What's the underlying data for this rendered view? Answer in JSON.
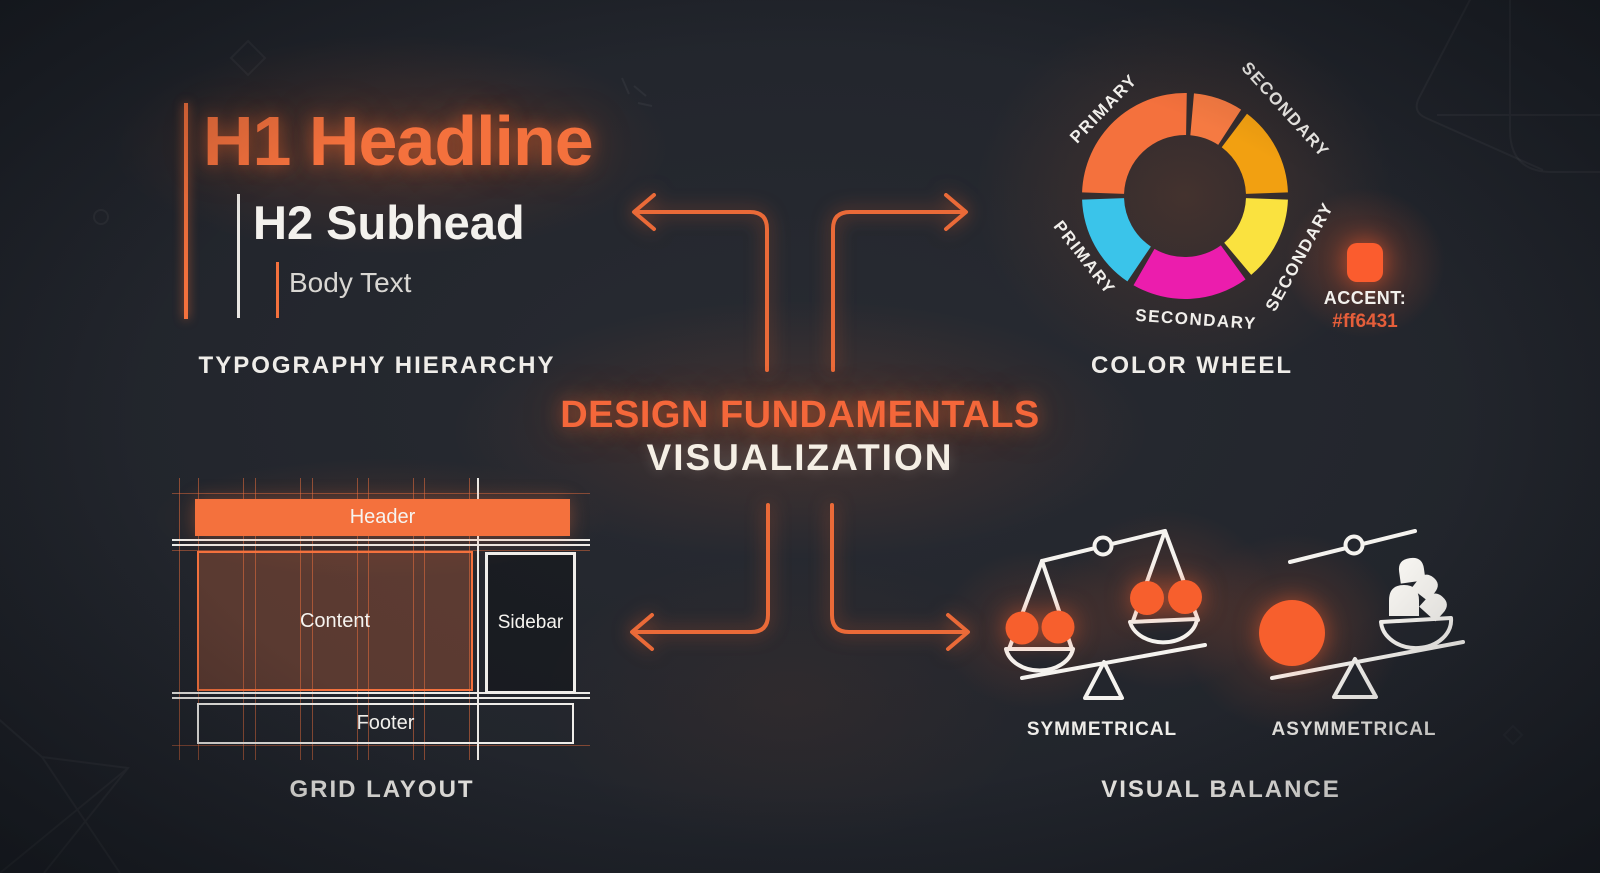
{
  "title": {
    "line1": "DESIGN FUNDAMENTALS",
    "line2": "VISUALIZATION"
  },
  "typography": {
    "h1": "H1 Headline",
    "h2": "H2 Subhead",
    "body": "Body Text",
    "caption": "TYPOGRAPHY HIERARCHY"
  },
  "color_wheel": {
    "caption": "COLOR WHEEL",
    "labels": [
      {
        "text": "PRIMARY"
      },
      {
        "text": "SECONDARY"
      },
      {
        "text": "SECONDARY"
      },
      {
        "text": "SECONDARY"
      },
      {
        "text": "PRIMARY"
      }
    ],
    "segments": [
      {
        "name": "primary-orange",
        "start_deg": 272,
        "end_deg": 361,
        "color": "#f4713d"
      },
      {
        "name": "orange-slice",
        "start_deg": 5,
        "end_deg": 33,
        "color": "#f57a42"
      },
      {
        "name": "secondary-amber",
        "start_deg": 37,
        "end_deg": 88,
        "color": "#f2a011"
      },
      {
        "name": "secondary-yellow",
        "start_deg": 92,
        "end_deg": 140,
        "color": "#fae23f"
      },
      {
        "name": "secondary-magenta",
        "start_deg": 144,
        "end_deg": 210,
        "color": "#eb1dad"
      },
      {
        "name": "primary-cyan",
        "start_deg": 214,
        "end_deg": 268,
        "color": "#3ac4ea"
      }
    ],
    "accent": {
      "label": "ACCENT:",
      "hex": "#ff6431",
      "swatch_color": "#fb5c2e"
    }
  },
  "grid": {
    "caption": "GRID LAYOUT",
    "header": "Header",
    "content": "Content",
    "sidebar": "Sidebar",
    "footer": "Footer"
  },
  "balance": {
    "caption": "VISUAL BALANCE",
    "left": "SYMMETRICAL",
    "right": "ASYMMETRICAL"
  },
  "colors": {
    "background": "#23262d",
    "orange": "#f4713d",
    "ball_orange": "#f75f2d",
    "amber": "#f2a011",
    "yellow": "#fae23f",
    "magenta": "#eb1dad",
    "cyan": "#3ac4ea",
    "white": "#f2f0ec"
  }
}
